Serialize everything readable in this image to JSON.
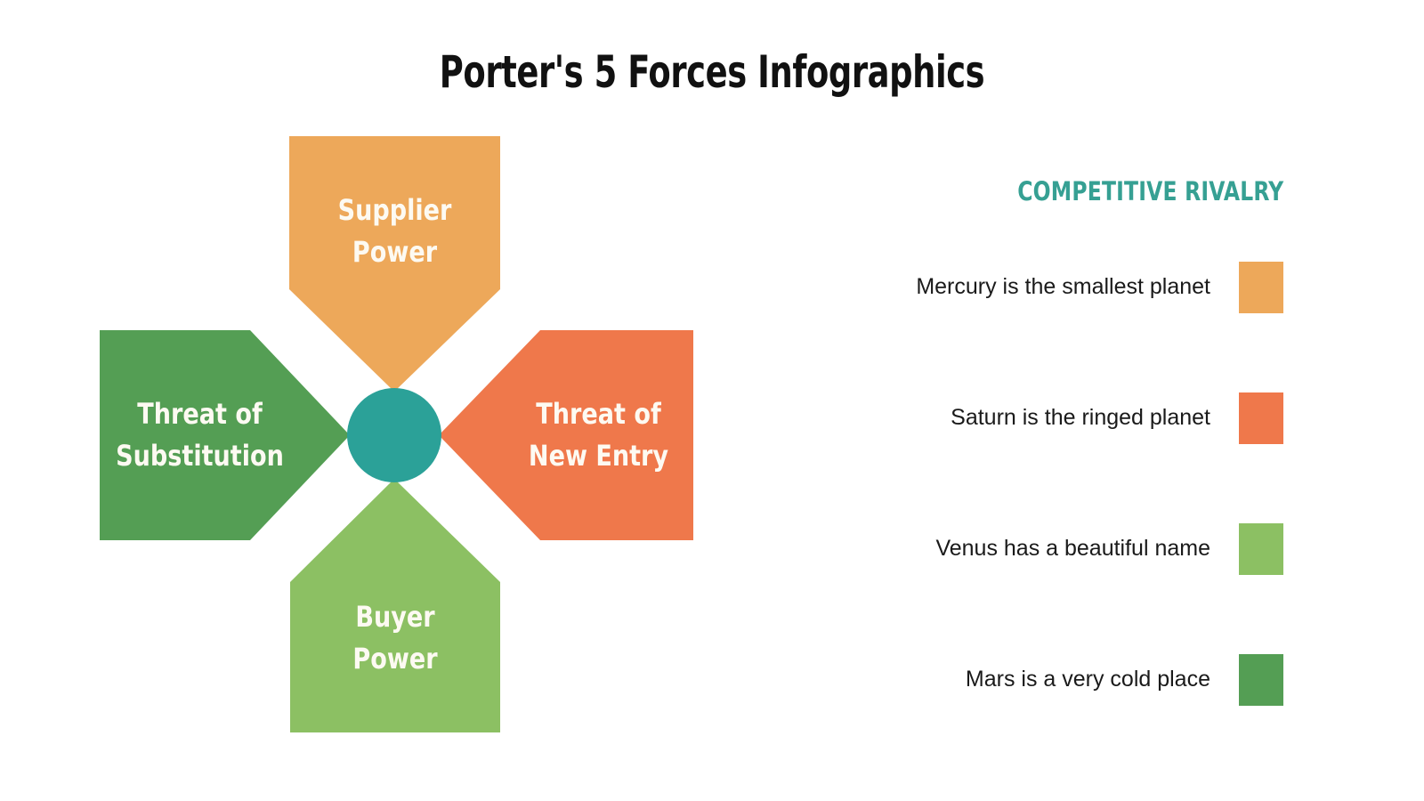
{
  "title": "Porter's 5 Forces Infographics",
  "diagram": {
    "center": {
      "name": "center-hub",
      "color": "#2ba198"
    },
    "forces": [
      {
        "id": "supplier-power",
        "label": "Supplier\nPower",
        "color": "#eda85a",
        "direction": "down"
      },
      {
        "id": "threat-of-substitution",
        "label": "Threat of\nSubstitution",
        "color": "#549e54",
        "direction": "right"
      },
      {
        "id": "threat-of-new-entry",
        "label": "Threat of\nNew Entry",
        "color": "#ef784b",
        "direction": "left"
      },
      {
        "id": "buyer-power",
        "label": "Buyer\nPower",
        "color": "#8cc063",
        "direction": "up"
      }
    ]
  },
  "legend": {
    "heading": "COMPETITIVE RIVALRY",
    "heading_color": "#36a093",
    "items": [
      {
        "text": "Mercury is the smallest planet",
        "color": "#eda85a"
      },
      {
        "text": "Saturn is the ringed planet",
        "color": "#ef784b"
      },
      {
        "text": "Venus has a beautiful name",
        "color": "#8cc063"
      },
      {
        "text": "Mars is a very cold place",
        "color": "#549e54"
      }
    ]
  }
}
